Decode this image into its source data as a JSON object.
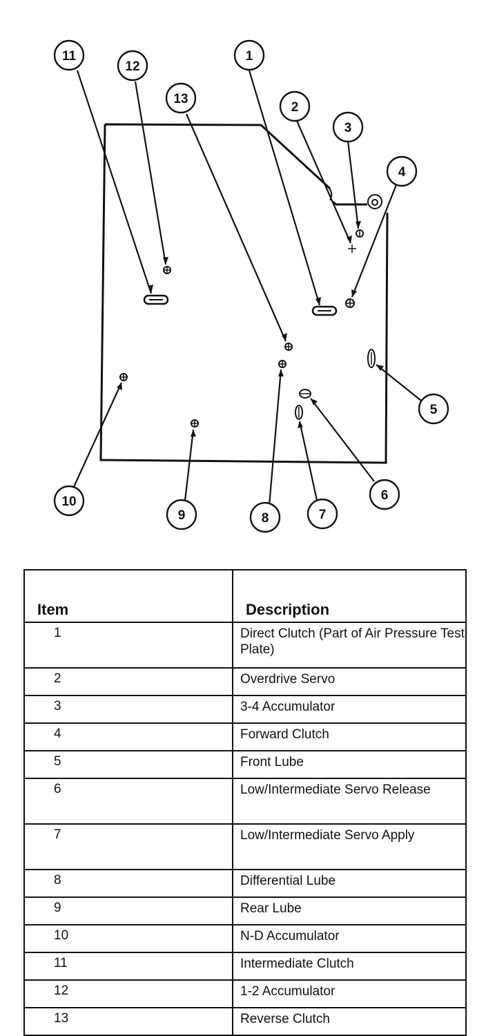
{
  "diagram": {
    "callouts": [
      "1",
      "2",
      "3",
      "4",
      "5",
      "6",
      "7",
      "8",
      "9",
      "10",
      "11",
      "12",
      "13"
    ]
  },
  "table": {
    "headers": {
      "item": "Item",
      "description": "Description"
    },
    "rows": [
      {
        "item": "1",
        "description": "Direct Clutch (Part of Air Pressure Test Plate)"
      },
      {
        "item": "2",
        "description": "Overdrive Servo"
      },
      {
        "item": "3",
        "description": "3-4 Accumulator"
      },
      {
        "item": "4",
        "description": "Forward Clutch"
      },
      {
        "item": "5",
        "description": "Front Lube"
      },
      {
        "item": "6",
        "description": "Low/Intermediate Servo Release"
      },
      {
        "item": "7",
        "description": "Low/Intermediate Servo Apply"
      },
      {
        "item": "8",
        "description": "Differential Lube"
      },
      {
        "item": "9",
        "description": "Rear Lube"
      },
      {
        "item": "10",
        "description": "N-D Accumulator"
      },
      {
        "item": "11",
        "description": "Intermediate Clutch"
      },
      {
        "item": "12",
        "description": "1-2 Accumulator"
      },
      {
        "item": "13",
        "description": "Reverse Clutch"
      }
    ]
  }
}
